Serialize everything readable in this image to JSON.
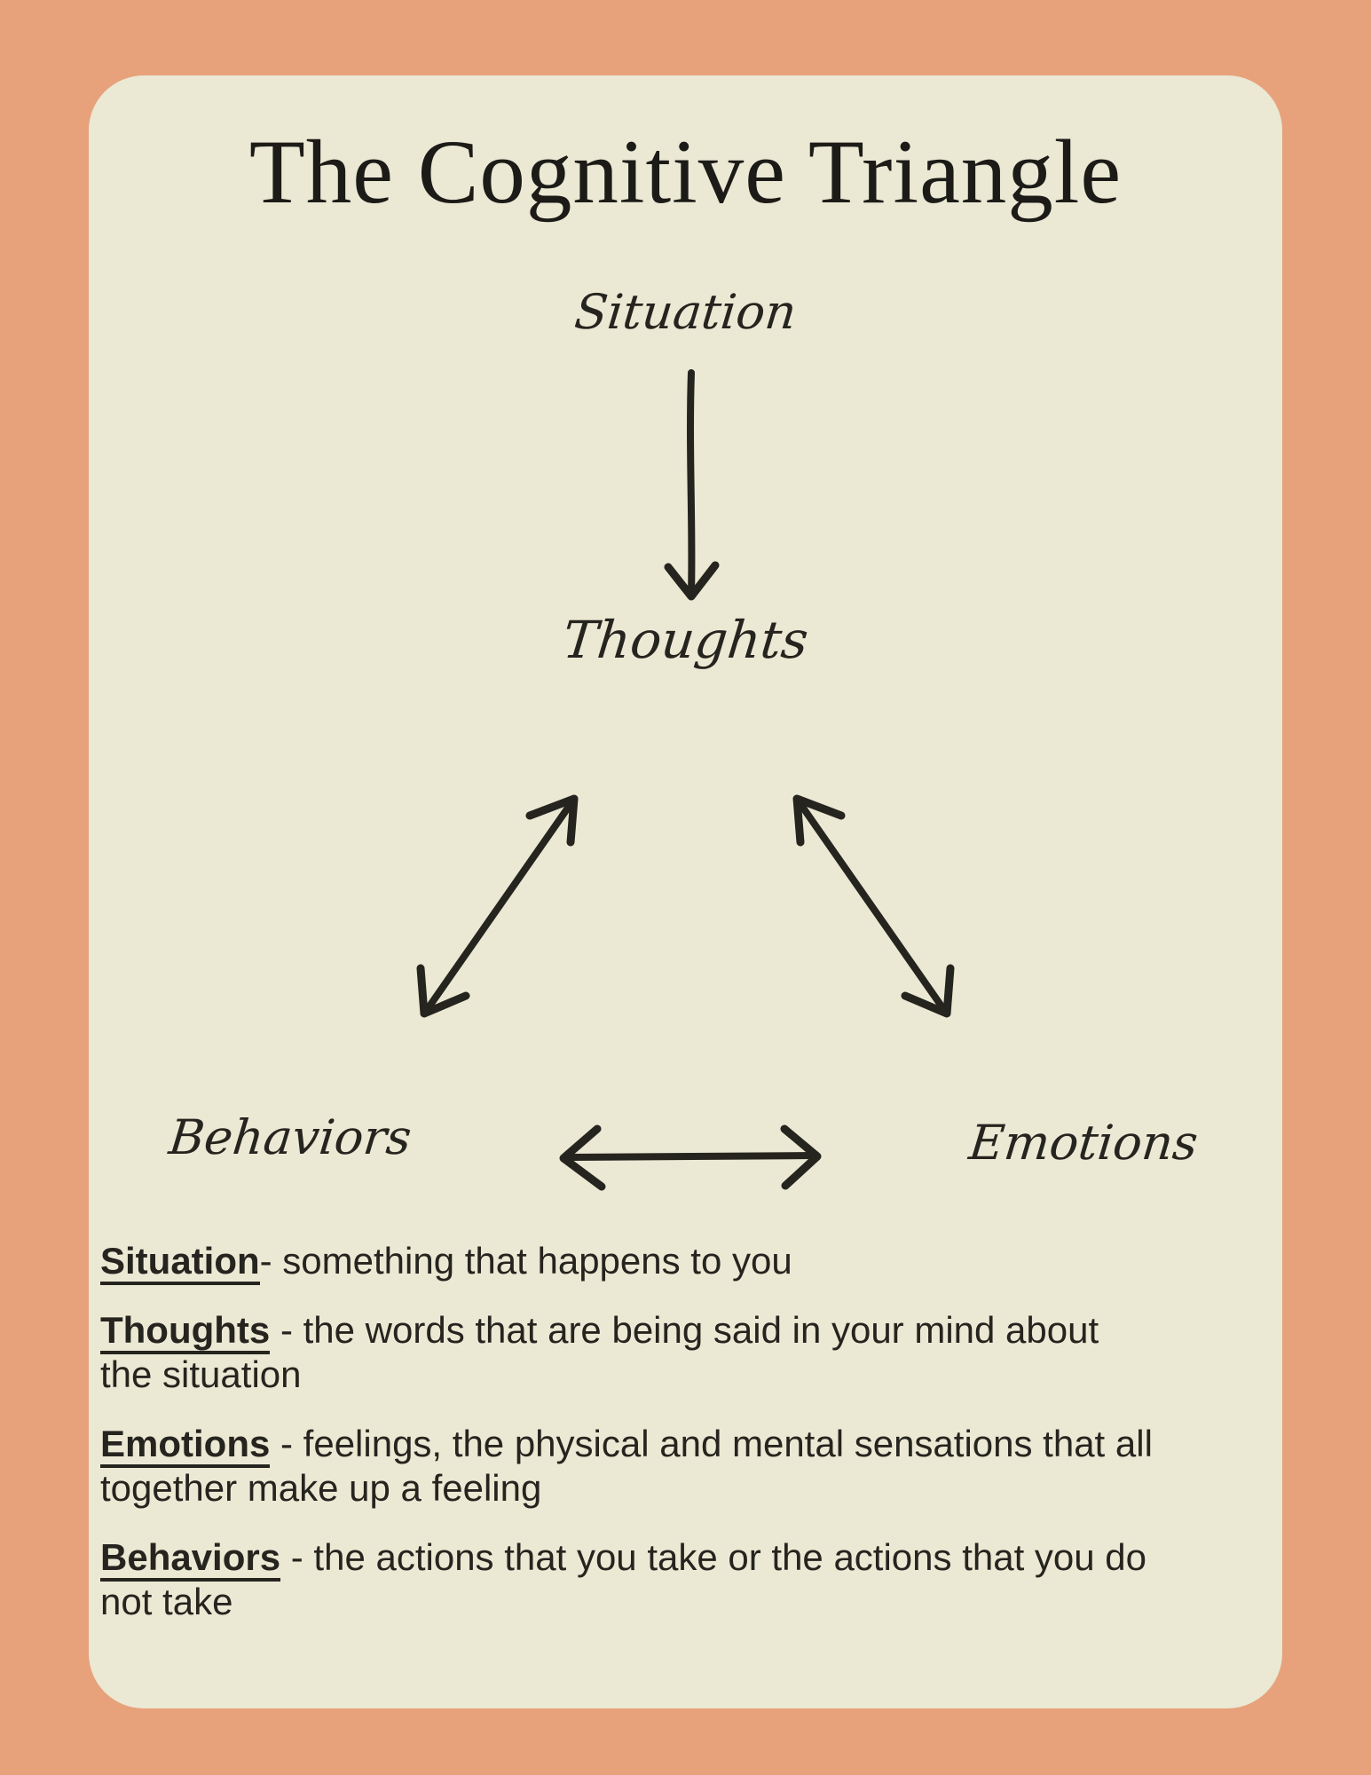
{
  "colors": {
    "page_background": "#E7A27B",
    "card_background": "#EBE8D4",
    "ink": "#26241E",
    "title_color": "#1C1B17"
  },
  "title": "The Cognitive Triangle",
  "nodes": {
    "top": "Situation",
    "middle": "Thoughts",
    "bottom_left": "Behaviors",
    "bottom_right": "Emotions"
  },
  "edges": [
    {
      "from": "Situation",
      "to": "Thoughts",
      "arrows": "one-way"
    },
    {
      "from": "Thoughts",
      "to": "Behaviors",
      "arrows": "two-way"
    },
    {
      "from": "Thoughts",
      "to": "Emotions",
      "arrows": "two-way"
    },
    {
      "from": "Behaviors",
      "to": "Emotions",
      "arrows": "two-way"
    }
  ],
  "definitions": [
    {
      "term": "Situation",
      "after_term": "- something that happens to you",
      "line2": ""
    },
    {
      "term": "Thoughts",
      "after_term": " - the words that are being said in your mind about",
      "line2": "the situation"
    },
    {
      "term": "Emotions",
      "after_term": " - feelings, the physical and mental sensations that all",
      "line2": "together make up a feeling"
    },
    {
      "term": "Behaviors",
      "after_term": " - the actions that you take or the actions that you do",
      "line2": "not take"
    }
  ]
}
